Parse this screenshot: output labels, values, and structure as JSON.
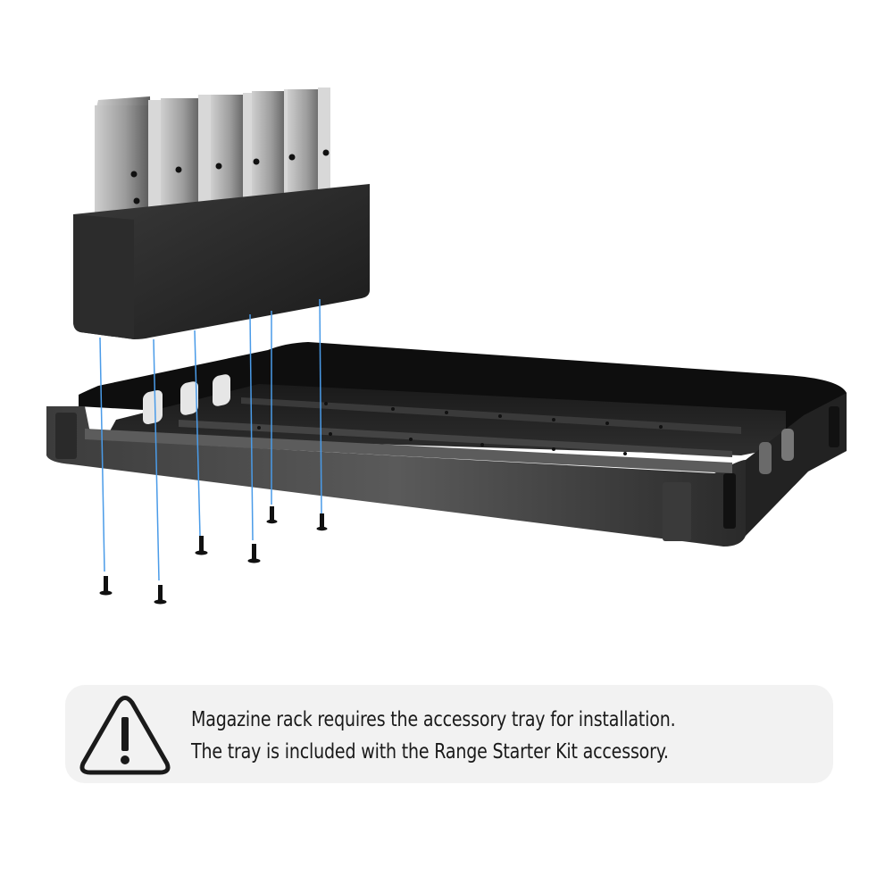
{
  "illustration": {
    "description": "Exploded view: magazine rack holding six magazines mounting into accessory tray with six screws",
    "components": {
      "magazine_rack": {
        "magazine_count": 6
      },
      "accessory_tray": {},
      "screws": {
        "count": 6
      }
    },
    "colors": {
      "guide_line": "#4a9be8",
      "plastic_dark": "#1c1c1c",
      "magazine_metal": "#a8a8a8"
    }
  },
  "notice": {
    "icon": "warning-triangle-icon",
    "lines": [
      "Magazine rack requires the accessory tray for installation.",
      "The tray is included with the Range Starter Kit accessory."
    ],
    "colors": {
      "background": "#f2f2f2",
      "text": "#1a1a1a"
    }
  }
}
